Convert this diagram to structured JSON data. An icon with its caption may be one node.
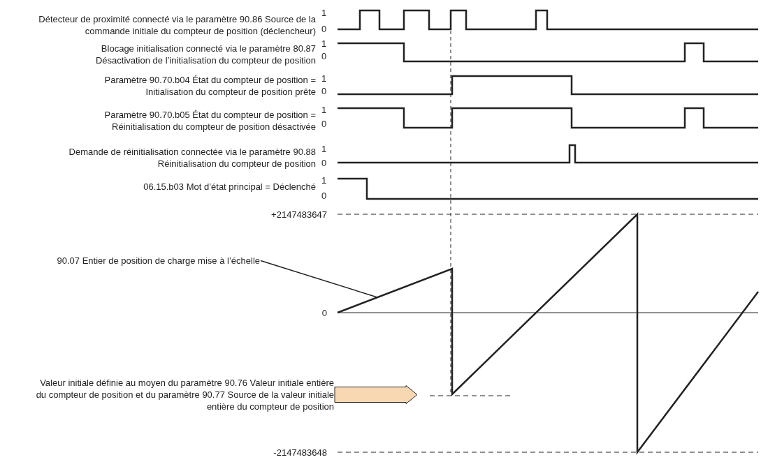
{
  "diagram": {
    "nodes": [
      {
        "text": [
          "90.07 Entier de position de charge mise à l’échelle"
        ]
      },
      {
        "text": [
          "Valeur initiale définie au moyen du paramètre 90.76 Valeur initiale entière du compteur de position et du paramètre 90.77 Source de la valeur initiale entière du compteur de position"
        ]
      }
    ],
    "edges": [
      {
        "from": 0,
        "to": null,
        "arrow": "none"
      },
      {
        "from": 1,
        "to": null,
        "arrow": "to",
        "style": "thick",
        "color": "#f7d8b3"
      }
    ],
    "labels": [
      "Détecteur de proximité connecté via le paramètre 90.86 Source de la commande initiale du compteur de position (déclencheur)",
      "1",
      "0",
      "Blocage initialisation connecté via le paramètre 80.87 Désactivation de l’initialisation du compteur de position",
      "1",
      "0",
      "Paramètre 90.70.b04 État du compteur de position = Initialisation du compteur de position prête",
      "1",
      "0",
      "Paramètre 90.70.b05 État du compteur de position = Réinitialisation du compteur de position désactivée",
      "1",
      "0",
      "Demande de réinitialisation connectée via le paramètre 90.88 Réinitialisation du compteur de position",
      "1",
      "0",
      "06.15.b03 Mot d’état principal = Déclenché",
      "1",
      "0",
      "+2147483647",
      "0",
      "-2147483648"
    ]
  }
}
